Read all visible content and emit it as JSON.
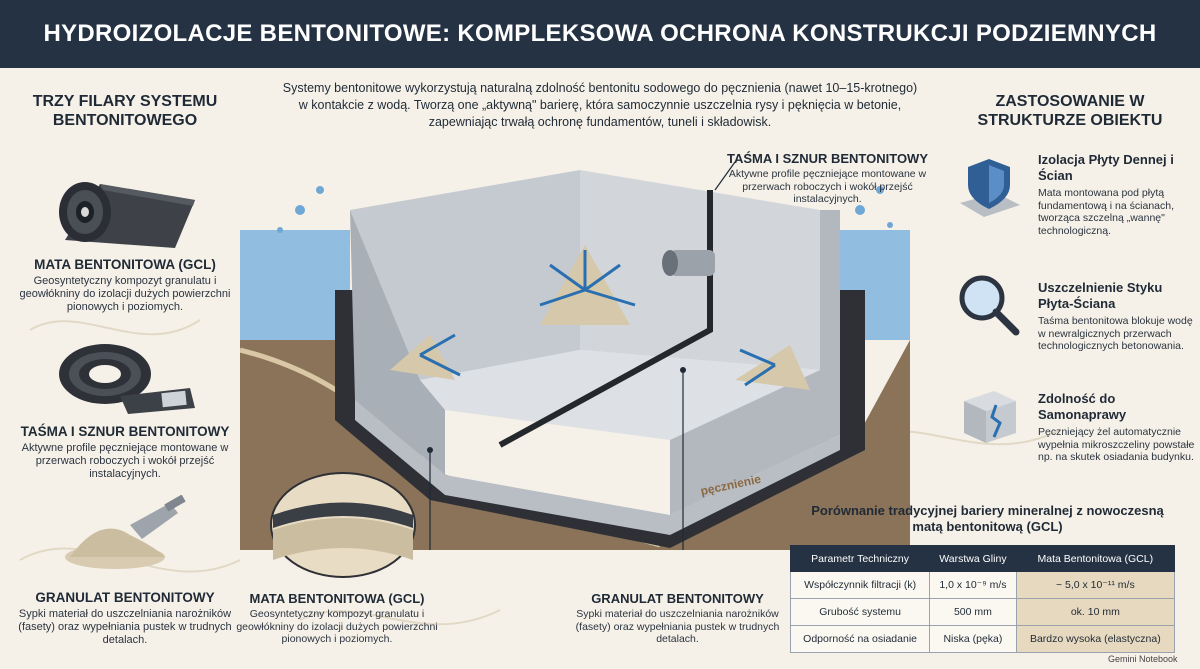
{
  "header": {
    "title": "HYDROIZOLACJE BENTONITOWE: KOMPLEKSOWA OCHRONA KONSTRUKCJI PODZIEMNYCH"
  },
  "intro": {
    "text": "Systemy bentonitowe wykorzystują naturalną zdolność bentonitu sodowego do pęcznienia (nawet 10–15-krotnego) w kontakcie z wodą. Tworzą one „aktywną\" barierę, która samoczynnie uszczelnia rysy i pęknięcia w betonie, zapewniając trwałą ochronę fundamentów, tuneli i składowisk."
  },
  "left_panel": {
    "title": "TRZY FILARY SYSTEMU BENTONITOWEGO",
    "items": [
      {
        "title": "MATA BENTONITOWA (GCL)",
        "desc": "Geosyntetyczny kompozyt granulatu i geowłókniny do izolacji dużych powierzchni pionowych i poziomych.",
        "icon": "mat-roll-icon"
      },
      {
        "title": "TAŚMA I SZNUR BENTONITOWY",
        "desc": "Aktywne profile pęczniejące montowane w przerwach roboczych i wokół przejść instalacyjnych.",
        "icon": "tape-roll-icon"
      },
      {
        "title": "GRANULAT BENTONITOWY",
        "desc": "Sypki materiał do uszczelniania narożników (fasety) oraz wypełniania pustek w trudnych detalach.",
        "icon": "granulate-scoop-icon"
      }
    ]
  },
  "right_panel": {
    "title": "ZASTOSOWANIE W STRUKTURZE OBIEKTU",
    "items": [
      {
        "title": "Izolacja Płyty Dennej i Ścian",
        "desc": "Mata montowana pod płytą fundamentową i na ścianach, tworząca szczelną „wannę\" technologiczną.",
        "icon": "shield-icon"
      },
      {
        "title": "Uszczelnienie Styku Płyta-Ściana",
        "desc": "Taśma bentonitowa blokuje wodę w newralgicznych przerwach technologicznych betonowania.",
        "icon": "magnifier-icon"
      },
      {
        "title": "Zdolność do Samonaprawy",
        "desc": "Pęczniejący żel automatycznie wypełnia mikroszczeliny powstałe np. na skutek osiadania budynku.",
        "icon": "cracked-block-icon"
      }
    ]
  },
  "callouts": {
    "tape": {
      "title": "TAŚMA I SZNUR BENTONITOWY",
      "desc": "Aktywne profile pęczniejące montowane w przerwach roboczych i wokół przejść instalacyjnych."
    },
    "mat": {
      "title": "MATA BENTONITOWA (GCL)",
      "desc": "Geosyntetyczny kompozyt granulatu i geowłókniny do izolacji dużych powierzchni pionowych i poziomych."
    },
    "granulate": {
      "title": "GRANULAT BENTONITOWY",
      "desc": "Sypki materiał do uszczelniania narożników (fasety) oraz wypełniania pustek w trudnych detalach."
    },
    "swelling_label": "pęcznienie"
  },
  "comparison": {
    "title": "Porównanie tradycyjnej bariery mineralnej z nowoczesną matą bentonitową (GCL)",
    "headers": [
      "Parametr Techniczny",
      "Warstwa Gliny",
      "Mata Bentonitowa (GCL)"
    ],
    "rows": [
      [
        "Współczynnik filtracji (k)",
        "1,0 x 10⁻⁹ m/s",
        "~ 5,0 x 10⁻¹¹ m/s"
      ],
      [
        "Grubość systemu",
        "500 mm",
        "ok. 10 mm"
      ],
      [
        "Odporność na osiadanie",
        "Niska (pęka)",
        "Bardzo wysoka (elastyczna)"
      ]
    ]
  },
  "footer": {
    "brand": "Gemini Notebook"
  },
  "colors": {
    "header_bg": "#253243",
    "background": "#f6f1e8",
    "water": "#6fa8d6",
    "arrow": "#2a6fb0",
    "concrete": "#c9ced4",
    "soil": "#8a7358",
    "gcl_cell": "#e6d9bf"
  }
}
